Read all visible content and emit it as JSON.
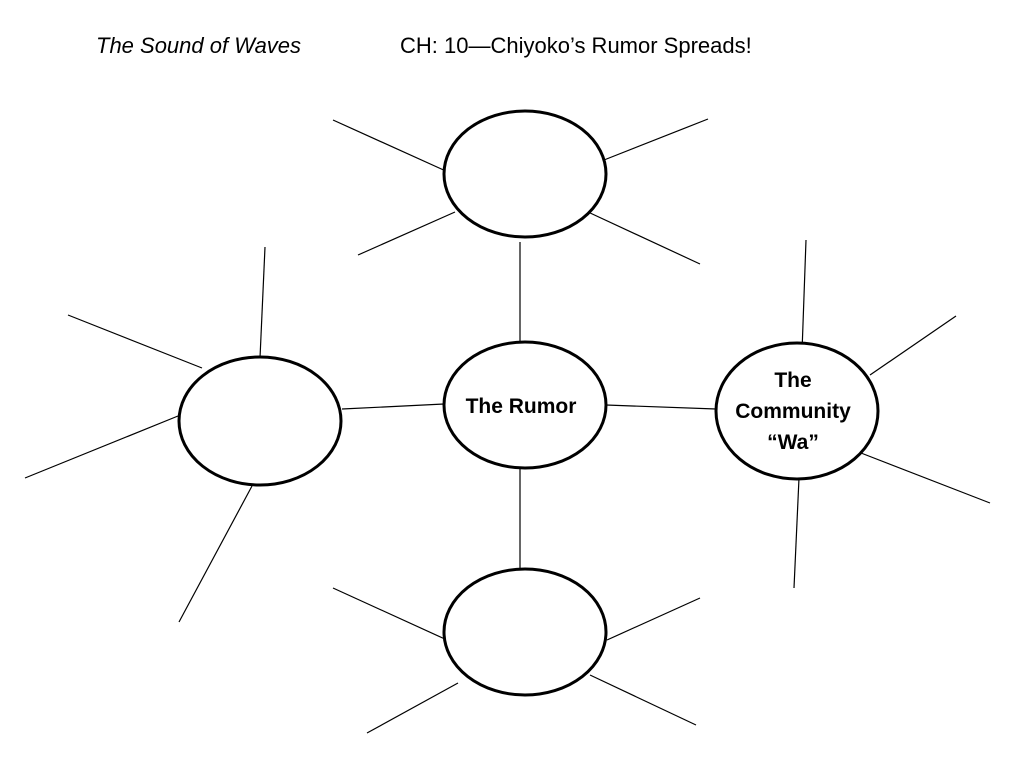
{
  "header": {
    "title": "The Sound of Waves",
    "chapter": "CH: 10—Chiyoko’s Rumor Spreads!"
  },
  "web": {
    "center_label": "The Rumor",
    "right_label_line1": "The",
    "right_label_line2": "Community",
    "right_label_line3": "“Wa”"
  }
}
